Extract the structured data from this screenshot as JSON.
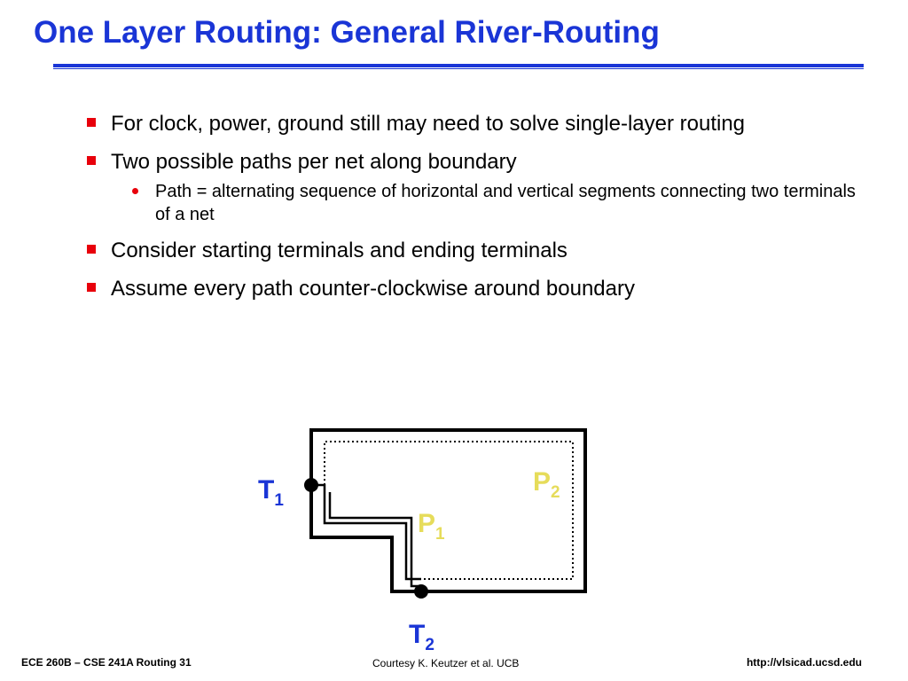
{
  "slide": {
    "title": "One Layer Routing: General River-Routing",
    "bullets": [
      {
        "text": "For clock, power, ground still may need to solve single-layer routing"
      },
      {
        "text": "Two possible paths per net along boundary",
        "sub": [
          {
            "text": "Path = alternating sequence of horizontal and vertical segments connecting two terminals of a net"
          }
        ]
      },
      {
        "text": "Consider starting terminals and ending terminals"
      },
      {
        "text": "Assume every path counter-clockwise around boundary"
      }
    ],
    "diagram": {
      "labels": {
        "t1": {
          "main": "T",
          "sub": "1"
        },
        "t2": {
          "main": "T",
          "sub": "2"
        },
        "p1": {
          "main": "P",
          "sub": "1"
        },
        "p2": {
          "main": "P",
          "sub": "2"
        }
      }
    },
    "footer": {
      "left": "ECE 260B – CSE 241A Routing 31",
      "center": "Courtesy K. Keutzer et al. UCB",
      "right": "http://vlsicad.ucsd.edu"
    }
  },
  "colors": {
    "title": "#1a35d6",
    "bullet_marker": "#e8000b",
    "terminal_label": "#1a35d6",
    "path_label": "#e6dc5a"
  }
}
